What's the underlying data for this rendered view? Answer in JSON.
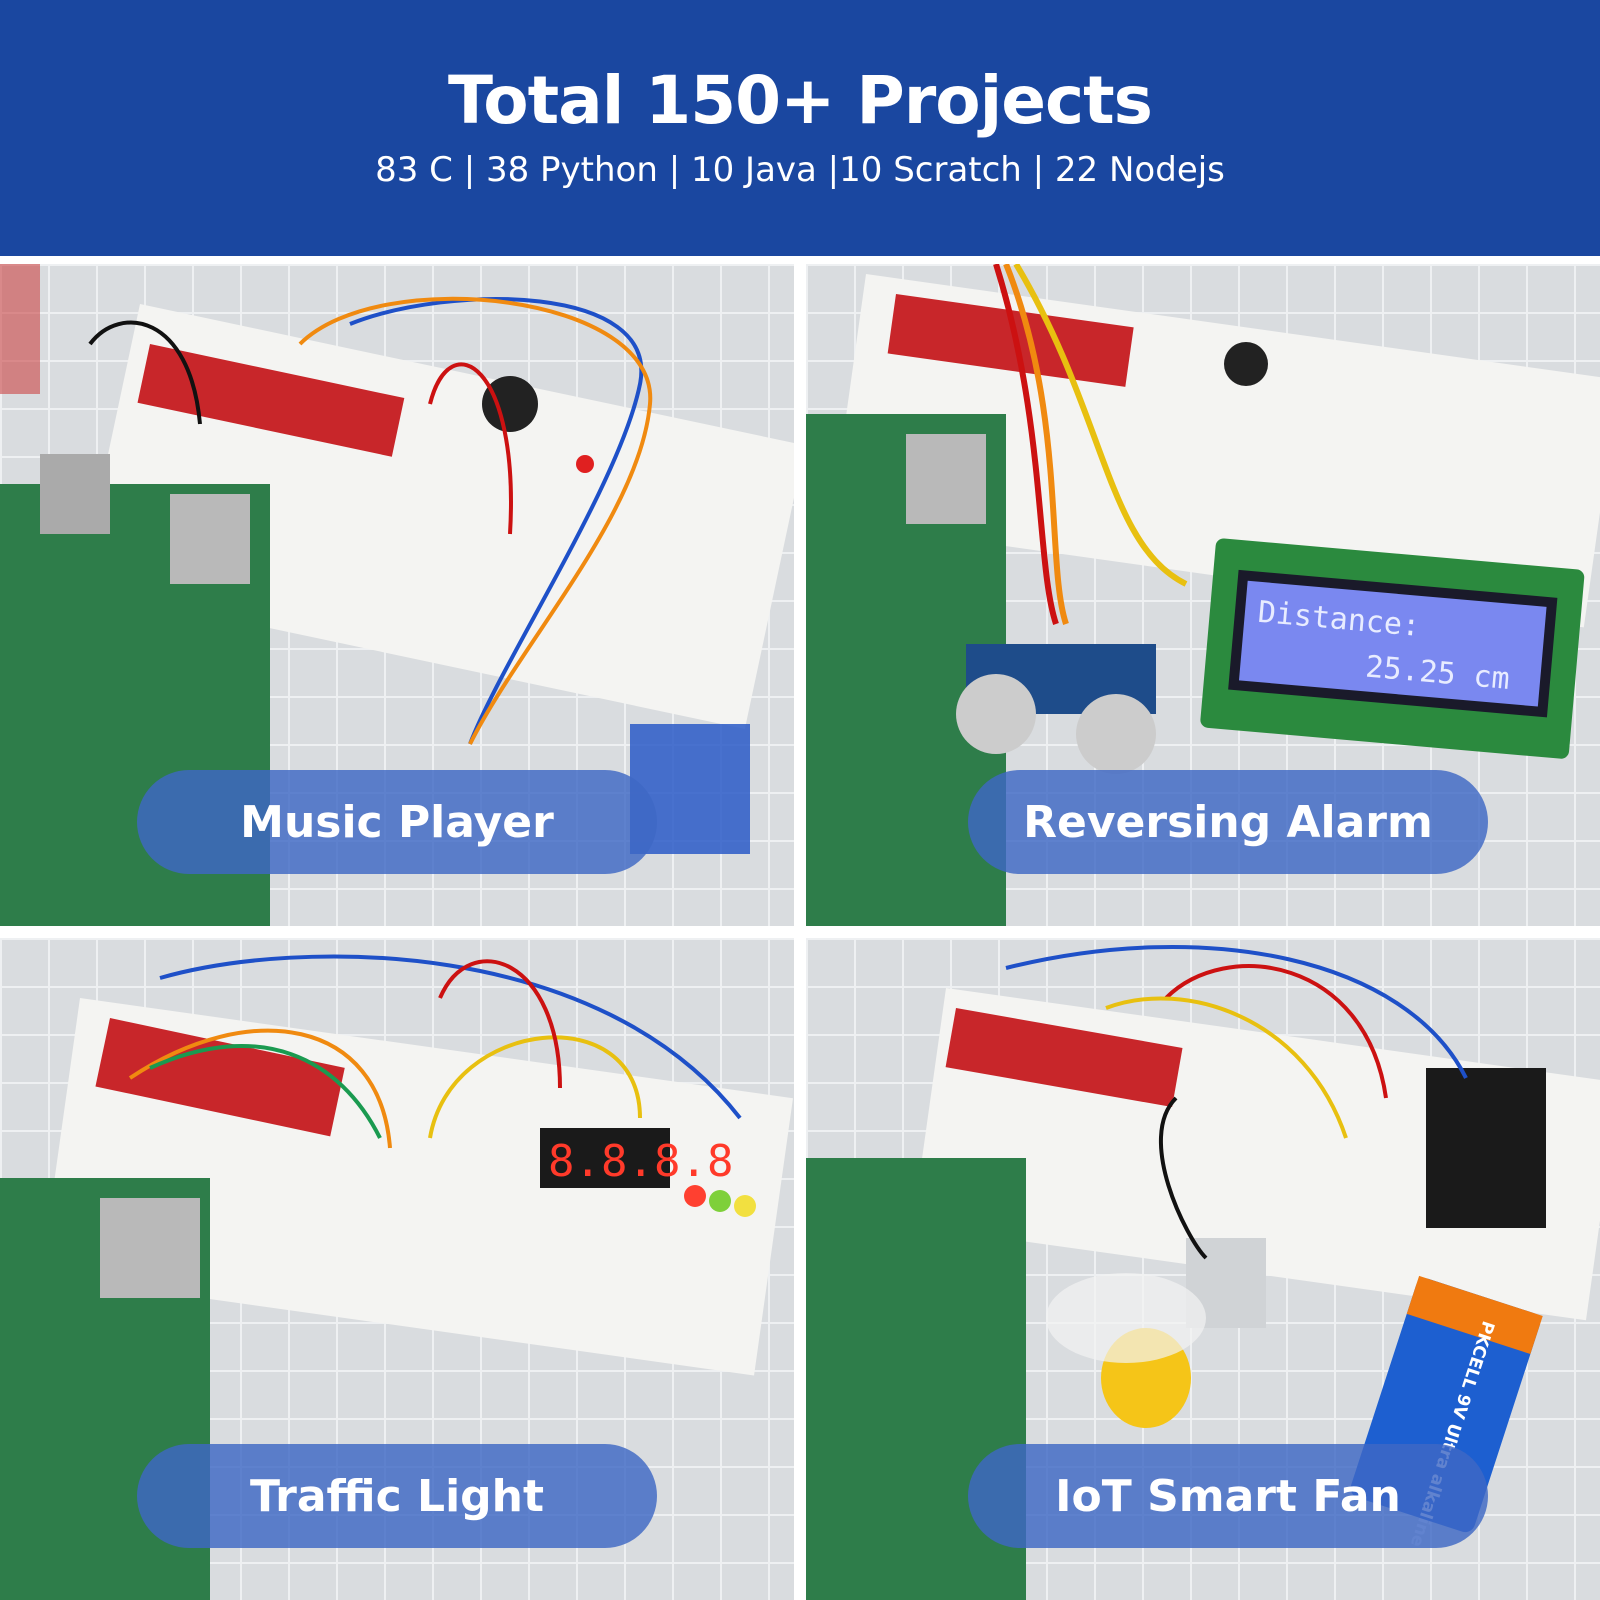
{
  "header": {
    "title": "Total 150+ Projects",
    "subtitle": "83 C | 38 Python | 10 Java |10 Scratch | 22 Nodejs",
    "background_color": "#1a47a0"
  },
  "projects": [
    {
      "label": "Music Player"
    },
    {
      "label": "Reversing Alarm",
      "lcd_line1": "Distance:",
      "lcd_line2": "25.25 cm"
    },
    {
      "label": "Traffic Light",
      "display_digits": "8.8.8.8"
    },
    {
      "label": "IoT Smart Fan",
      "battery_label": "PKCELL 9V Ultra alkaline"
    }
  ],
  "pill_color": "#3e68c4"
}
